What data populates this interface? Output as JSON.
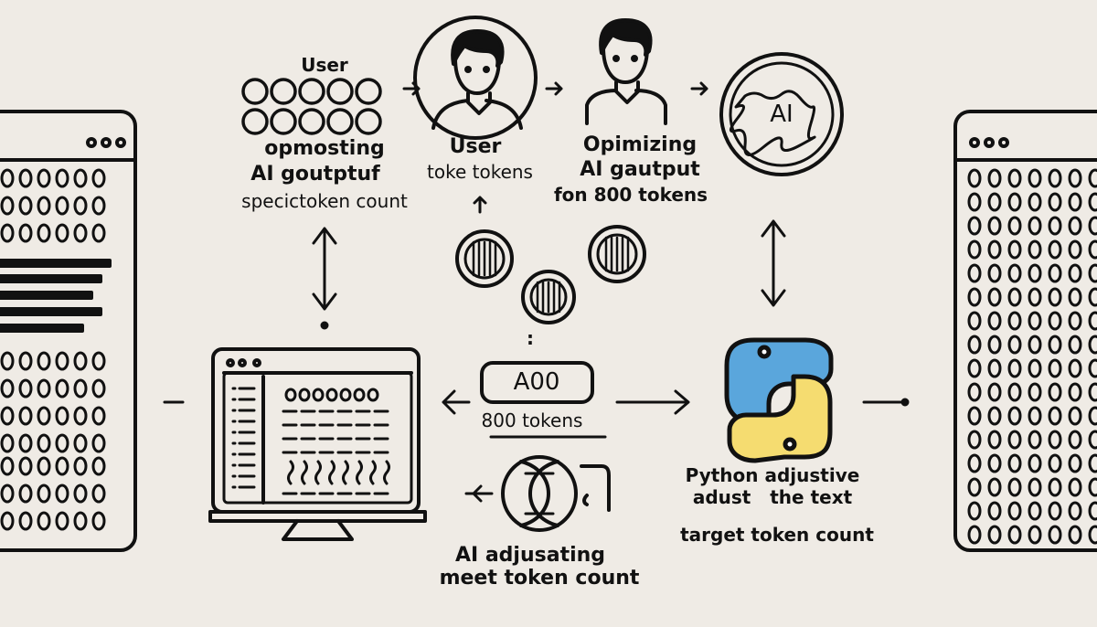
{
  "colors": {
    "background": "#efebe5",
    "ink": "#111111",
    "python_blue": "#5aa6dc",
    "python_yellow": "#f5dc70"
  },
  "top_left": {
    "title": "User",
    "lines": [
      "opmosting",
      "AI goutptuf",
      "specictoken count"
    ]
  },
  "user_node": {
    "lines": [
      "User",
      "toke tokens"
    ]
  },
  "optimizing_node": {
    "lines": [
      "Opimizing",
      "AI gautput",
      "fon 800 tokens"
    ]
  },
  "ai_badge": {
    "label": "AI"
  },
  "separator": ":",
  "token_box": {
    "label": "A00",
    "caption": "800 tokens"
  },
  "python_node": {
    "lines": [
      "Python adjustive",
      "adust   the text",
      "target token count"
    ]
  },
  "adjust_node": {
    "lines": [
      "AI adjusating",
      "meet token count"
    ]
  }
}
